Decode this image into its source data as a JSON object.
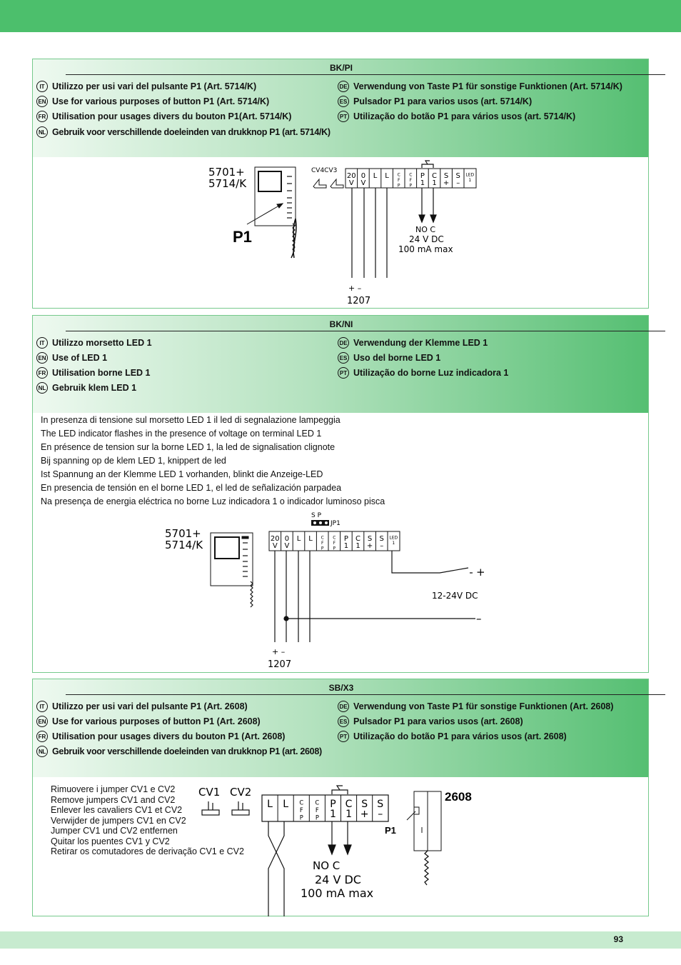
{
  "panels": [
    {
      "title": "BK/PI",
      "langs": [
        {
          "code": "IT",
          "text": "Utilizzo per usi vari del pulsante P1 (Art. 5714/K)"
        },
        {
          "code": "EN",
          "text": "Use for various purposes of button P1 (Art. 5714/K)"
        },
        {
          "code": "FR",
          "text": "Utilisation pour usages divers du bouton P1(Art. 5714/K)"
        },
        {
          "code": "NL",
          "text": "Gebruik voor verschillende doeleinden van drukknop P1 (art. 5714/K)"
        },
        {
          "code": "DE",
          "text": "Verwendung von Taste P1 für sonstige Funktionen (Art. 5714/K)"
        },
        {
          "code": "ES",
          "text": "Pulsador P1 para varios usos (art. 5714/K)"
        },
        {
          "code": "PT",
          "text": "Utilização do botão P1 para vários usos (art. 5714/K)"
        }
      ],
      "diagram": {
        "device": [
          "5701+",
          "5714/K"
        ],
        "button": "P1",
        "jumpers": "CV4CV3",
        "terminals": [
          "20 V",
          "0 V",
          "L",
          "L",
          "CFP",
          "CFP",
          "P 1",
          "C 1",
          "S +",
          "S –",
          "LED 1"
        ],
        "contact": [
          "NO C",
          "24 V DC",
          "100 mA max"
        ],
        "supply_polarity": "+ –",
        "supply": "1207"
      }
    },
    {
      "title": "BK/NI",
      "langs": [
        {
          "code": "IT",
          "text": "Utilizzo morsetto LED 1"
        },
        {
          "code": "EN",
          "text": "Use of LED 1"
        },
        {
          "code": "FR",
          "text": "Utilisation borne LED 1"
        },
        {
          "code": "NL",
          "text": "Gebruik klem LED 1"
        },
        {
          "code": "DE",
          "text": "Verwendung der Klemme LED 1"
        },
        {
          "code": "ES",
          "text": "Uso del borne LED 1"
        },
        {
          "code": "PT",
          "text": "Utilização do borne Luz indicadora 1"
        }
      ],
      "paragraphs": [
        "In presenza di tensione sul morsetto LED 1 il led di segnalazione lampeggia",
        "The LED indicator flashes in the presence of voltage on terminal LED 1",
        "En présence de tension sur la borne LED 1, la led de signalisation clignote",
        "Bij spanning op de klem LED 1, knippert de led",
        "Ist Spannung an der Klemme LED 1 vorhanden, blinkt die Anzeige-LED",
        "En presencia de tensión en el borne LED 1, el led de señalización parpadea",
        "Na presença de energia eléctrica no borne Luz indicadora 1 o indicador luminoso pisca"
      ],
      "diagram": {
        "device": [
          "5701+",
          "5714/K"
        ],
        "jumper_sp": "S P",
        "jumper_name": "JP1",
        "terminals": [
          "20 V",
          "0 V",
          "L",
          "L",
          "CFP",
          "CFP",
          "P 1",
          "C 1",
          "S +",
          "S –",
          "LED 1"
        ],
        "voltage": "12-24V DC",
        "plus": "+",
        "minus": "–",
        "supply_polarity": "+ –",
        "supply": "1207"
      }
    },
    {
      "title": "SB/X3",
      "langs": [
        {
          "code": "IT",
          "text": "Utilizzo per usi vari del pulsante P1 (Art. 2608)"
        },
        {
          "code": "EN",
          "text": "Use for various purposes of button P1 (Art. 2608)"
        },
        {
          "code": "FR",
          "text": "Utilisation pour usages divers du bouton P1 (Art. 2608)"
        },
        {
          "code": "NL",
          "text": "Gebruik voor verschillende doeleinden van drukknop P1 (art. 2608)"
        },
        {
          "code": "DE",
          "text": "Verwendung von Taste P1 für sonstige Funktionen (Art. 2608)"
        },
        {
          "code": "ES",
          "text": "Pulsador P1 para varios usos (art. 2608)"
        },
        {
          "code": "PT",
          "text": "Utilização do botão P1 para vários usos (art. 2608)"
        }
      ],
      "jumper_lines": [
        "Rimuovere i jumper CV1 e CV2",
        "Remove jumpers CV1 and CV2",
        "Enlever les cavaliers CV1 et CV2",
        "Verwijder de jumpers CV1 en CV2",
        "Jumper CV1 und CV2 entfernen",
        "Quitar los puentes CV1 y CV2",
        "Retirar os comutadores de derivação CV1 e CV2"
      ],
      "diagram": {
        "cv1": "CV1",
        "cv2": "CV2",
        "terminals": [
          "L",
          "L",
          "CFP",
          "CFP",
          "P 1",
          "C 1",
          "S +",
          "S –"
        ],
        "contact": [
          "NO C",
          "24 V DC",
          "100 mA max"
        ],
        "device": "2608",
        "button": "P1"
      }
    }
  ],
  "page_number": "93",
  "colors": {
    "bar": "#4cbf6c",
    "bottom": "#c7ebcf",
    "border": "#76c98c"
  }
}
